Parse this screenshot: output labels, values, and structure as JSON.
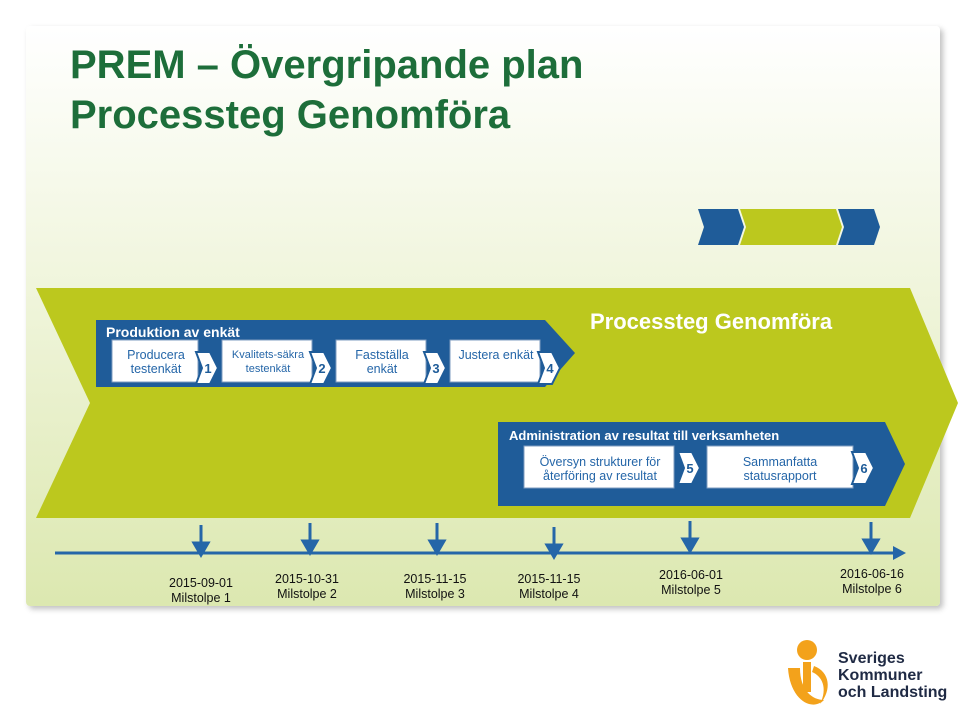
{
  "title": {
    "line1": "PREM – Övergripande plan",
    "line2": "Processteg Genomföra"
  },
  "section_title": "Processteg Genomföra",
  "production": {
    "heading": "Produktion av enkät",
    "steps": [
      {
        "label": "Producera testenkät",
        "badge": "1"
      },
      {
        "label": "Kvalitets-säkra testenkät",
        "badge": "2"
      },
      {
        "label": "Fastställa enkät",
        "badge": "3"
      },
      {
        "label": "Justera enkät",
        "badge": "4"
      }
    ]
  },
  "administration": {
    "heading": "Administration av resultat till verksamheten",
    "steps": [
      {
        "label": "Översyn strukturer för återföring av resultat",
        "badge": "5"
      },
      {
        "label": "Sammanfatta statusrapport",
        "badge": "6"
      }
    ]
  },
  "milestones": [
    {
      "date": "2015-09-01",
      "name": "Milstolpe 1"
    },
    {
      "date": "2015-10-31",
      "name": "Milstolpe 2"
    },
    {
      "date": "2015-11-15",
      "name": "Milstolpe 3"
    },
    {
      "date": "2015-11-15",
      "name": "Milstolpe 4"
    },
    {
      "date": "2016-06-01",
      "name": "Milstolpe 5"
    },
    {
      "date": "2016-06-16",
      "name": "Milstolpe 6"
    }
  ],
  "logo": {
    "line1": "Sveriges",
    "line2": "Kommuner",
    "line3": "och Landsting"
  },
  "colors": {
    "green_title": "#1d6e3a",
    "olive": "#bcc81e",
    "blue": "#1f5c99",
    "step_blue": "#2566a8",
    "logo_orange": "#f3a21b"
  }
}
